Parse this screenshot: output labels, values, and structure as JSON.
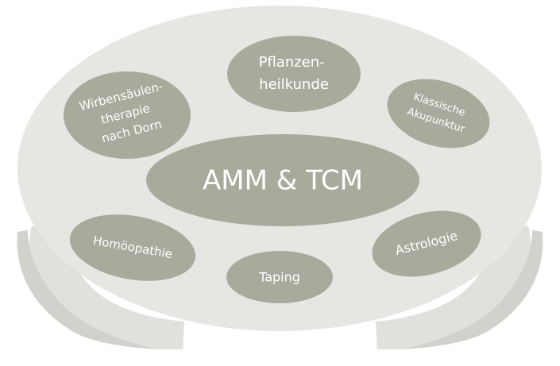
{
  "colors": {
    "platter": "#e6e6e3",
    "hands": "#e0e0dc",
    "hands_shadow": "#d2d2cd",
    "node": "#a9aa9c",
    "node_text": "#ffffff"
  },
  "diagram": {
    "center": {
      "label": "AMM & TCM"
    },
    "nodes": [
      {
        "id": "pflanzenheilkunde",
        "lines": [
          "Pflanzen-",
          "heilkunde"
        ]
      },
      {
        "id": "wirbelsaeulentherapie",
        "lines": [
          "Wirbensäulen-",
          "therapie",
          "nach Dorn"
        ]
      },
      {
        "id": "akupunktur",
        "lines": [
          "Klassische",
          "Akupunktur"
        ]
      },
      {
        "id": "homoeopathie",
        "lines": [
          "Homöopathie"
        ]
      },
      {
        "id": "taping",
        "lines": [
          "Taping"
        ]
      },
      {
        "id": "astrologie",
        "lines": [
          "Astrologie"
        ]
      }
    ]
  }
}
